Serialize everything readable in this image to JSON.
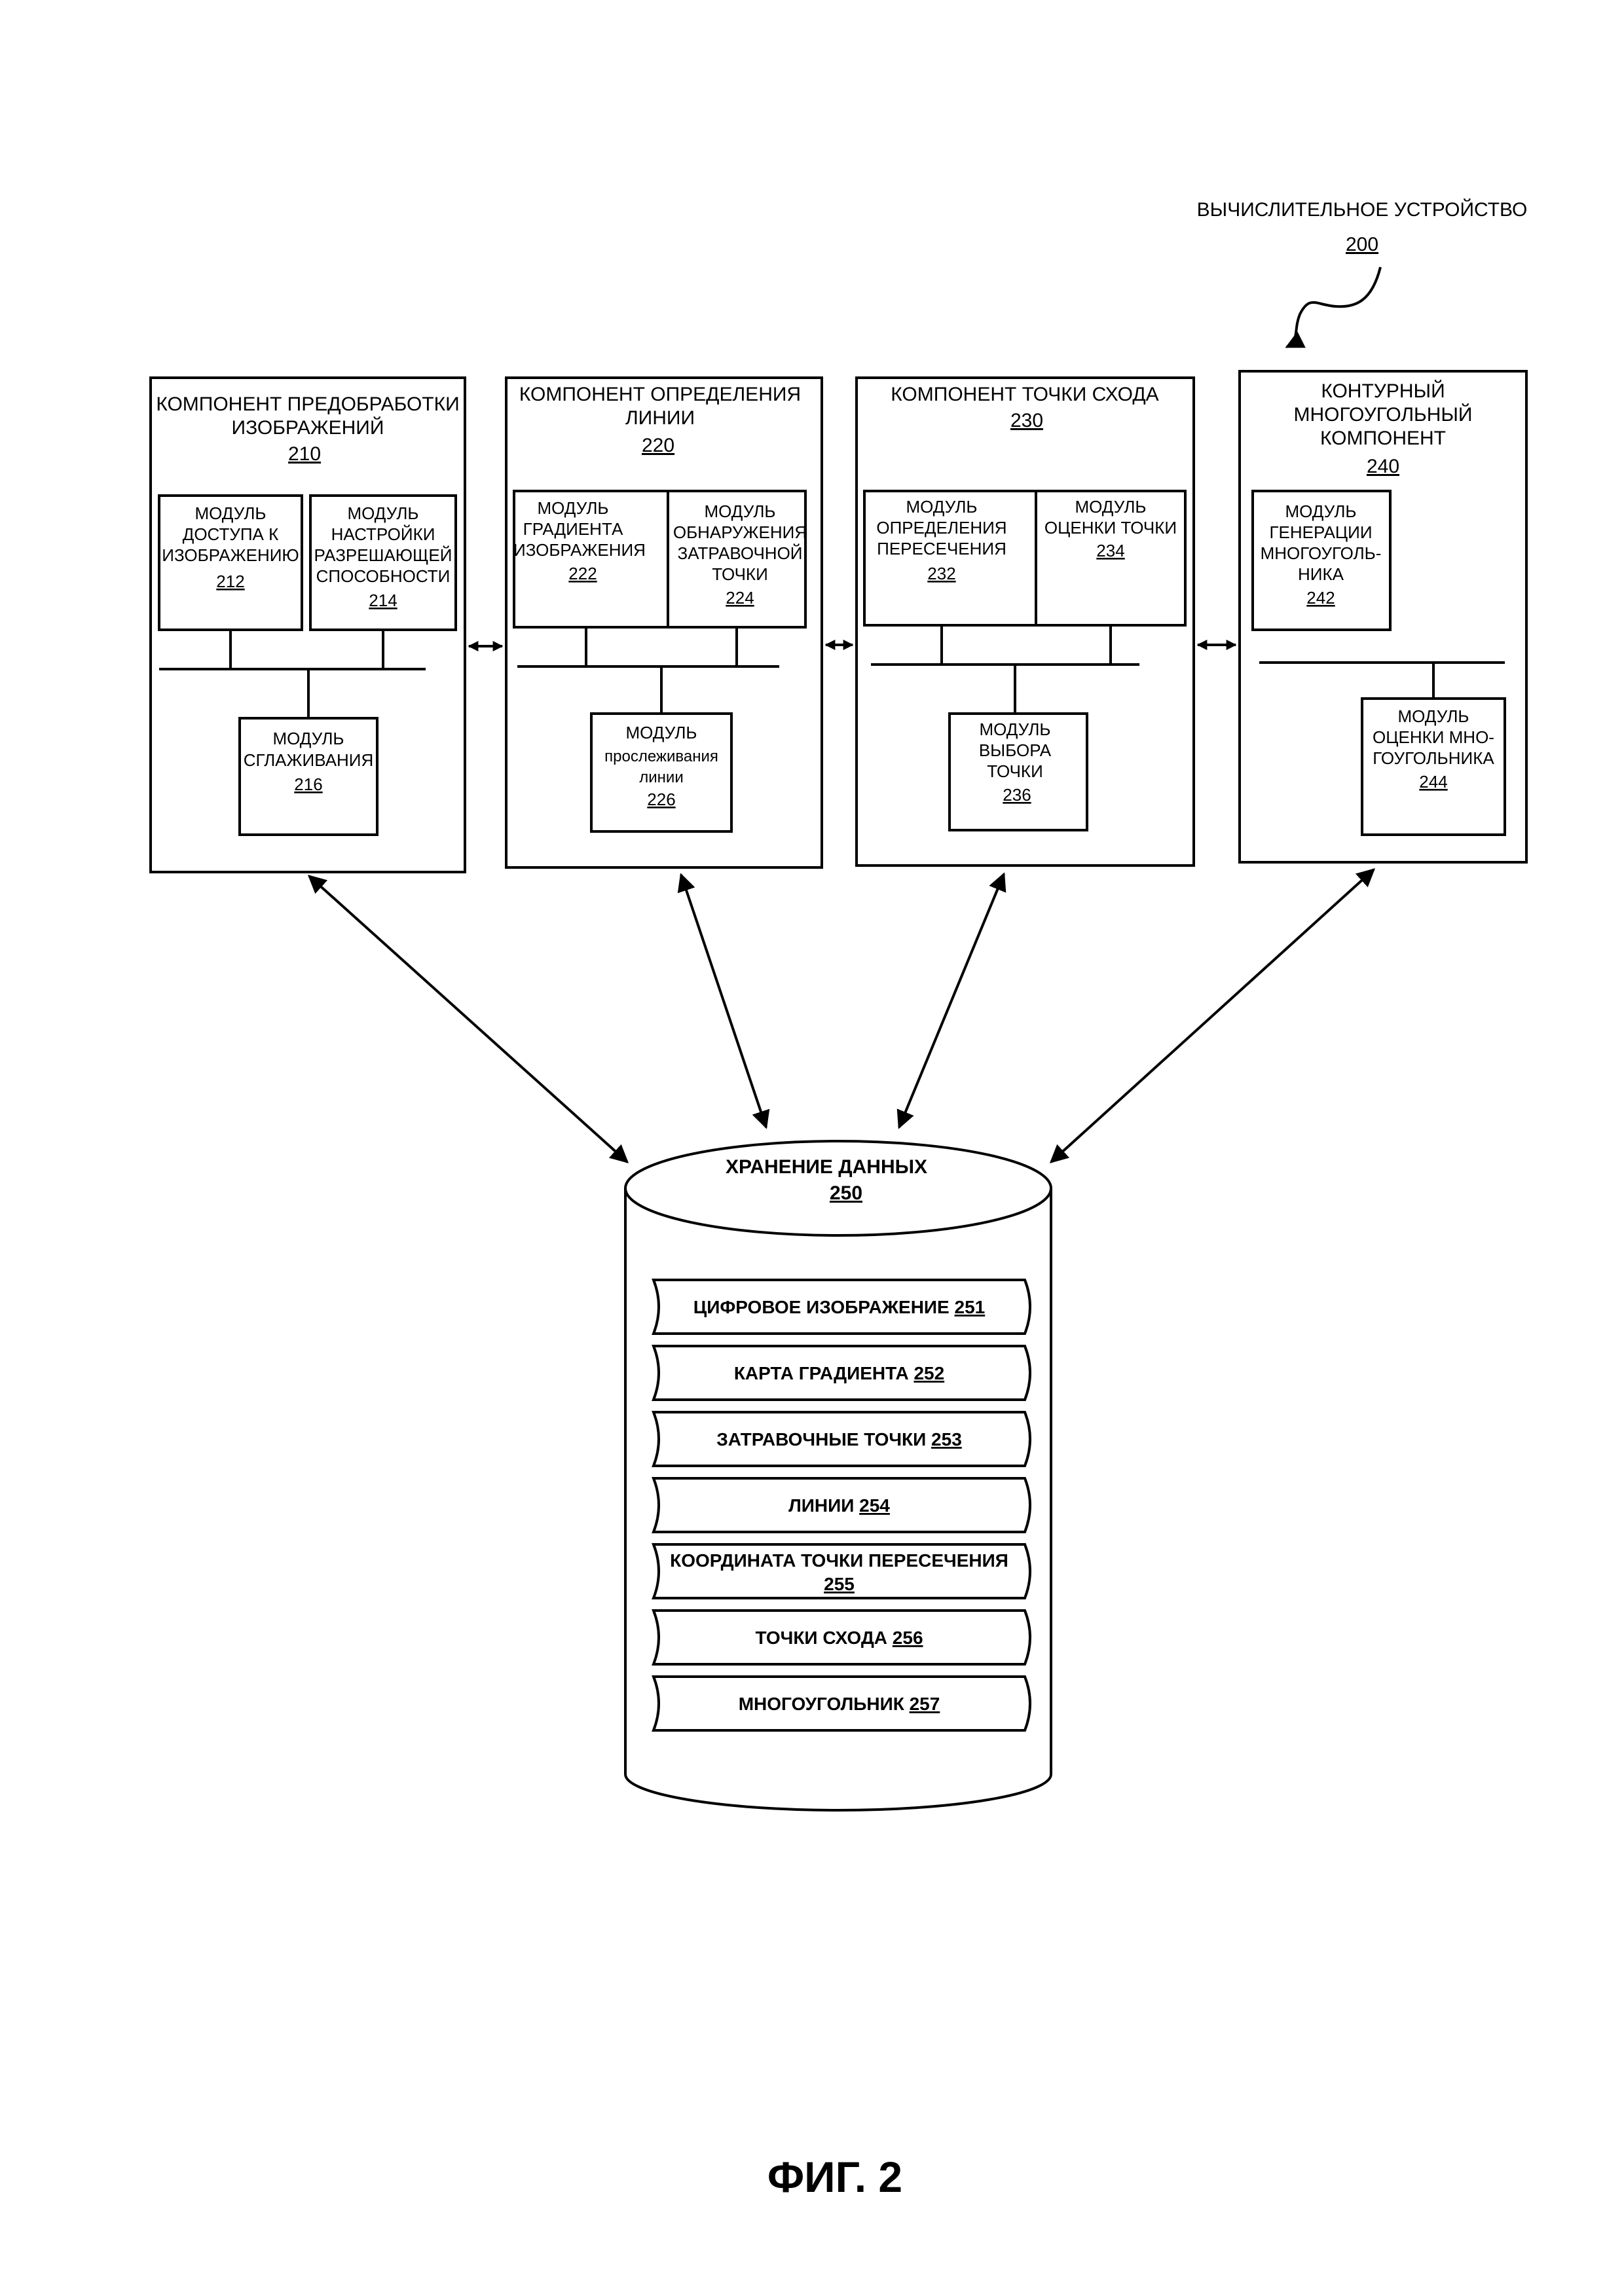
{
  "device": {
    "title": "ВЫЧИСЛИТЕЛЬНОЕ УСТРОЙСТВО",
    "ref": "200"
  },
  "components": [
    {
      "title_lines": [
        "КОМПОНЕНТ ПРЕДОБРАБОТКИ",
        "ИЗОБРАЖЕНИЙ"
      ],
      "ref": "210"
    },
    {
      "title_lines": [
        "КОМПОНЕНТ ОПРЕДЕЛЕНИЯ",
        "ЛИНИИ"
      ],
      "ref": "220"
    },
    {
      "title_lines": [
        "КОМПОНЕНТ ТОЧКИ СХОДА"
      ],
      "ref": "230"
    },
    {
      "title_lines": [
        "КОНТУРНЫЙ",
        "МНОГОУГОЛЬНЫЙ",
        "КОМПОНЕНТ"
      ],
      "ref": "240"
    }
  ],
  "modules": {
    "m212": {
      "lines": [
        "МОДУЛЬ",
        "ДОСТУПА К",
        "ИЗОБРАЖЕНИЮ"
      ],
      "ref": "212"
    },
    "m214": {
      "lines": [
        "МОДУЛЬ",
        "НАСТРОЙКИ",
        "РАЗРЕШАЮЩЕЙ",
        "СПОСОБНОСТИ"
      ],
      "ref": "214"
    },
    "m216": {
      "lines": [
        "МОДУЛЬ",
        "СГЛАЖИВАНИЯ"
      ],
      "ref": "216"
    },
    "m222": {
      "lines": [
        "МОДУЛЬ",
        "ГРАДИЕНТА",
        "ИЗОБРАЖЕНИЯ"
      ],
      "ref": "222"
    },
    "m224": {
      "lines": [
        "МОДУЛЬ",
        "ОБНАРУЖЕНИЯ",
        "ЗАТРАВОЧНОЙ",
        "ТОЧКИ"
      ],
      "ref": "224"
    },
    "m226": {
      "lines": [
        "МОДУЛЬ",
        "прослеживания",
        "линии"
      ],
      "ref": "226"
    },
    "m232": {
      "lines": [
        "МОДУЛЬ",
        "ОПРЕДЕЛЕНИЯ",
        "ПЕРЕСЕЧЕНИЯ"
      ],
      "ref": "232"
    },
    "m234": {
      "lines": [
        "МОДУЛЬ",
        "ОЦЕНКИ ТОЧКИ"
      ],
      "ref": "234"
    },
    "m236": {
      "lines": [
        "МОДУЛЬ",
        "ВЫБОРА",
        "ТОЧКИ"
      ],
      "ref": "236"
    },
    "m242": {
      "lines": [
        "МОДУЛЬ",
        "ГЕНЕРАЦИИ",
        "МНОГОУГОЛЬ-",
        "НИКА"
      ],
      "ref": "242"
    },
    "m244": {
      "lines": [
        "МОДУЛЬ",
        "ОЦЕНКИ МНО-",
        "ГОУГОЛЬНИКА"
      ],
      "ref": "244"
    }
  },
  "storage": {
    "title": "ХРАНЕНИЕ ДАННЫХ",
    "ref": "250",
    "items": [
      {
        "label": "ЦИФРОВОЕ ИЗОБРАЖЕНИЕ",
        "ref": "251"
      },
      {
        "label": "КАРТА ГРАДИЕНТА",
        "ref": "252"
      },
      {
        "label": "ЗАТРАВОЧНЫЕ ТОЧКИ",
        "ref": "253"
      },
      {
        "label": "ЛИНИИ",
        "ref": "254"
      },
      {
        "label": "КООРДИНАТА ТОЧКИ ПЕРЕСЕЧЕНИЯ",
        "ref": "255"
      },
      {
        "label": "ТОЧКИ СХОДА",
        "ref": "256"
      },
      {
        "label": "МНОГОУГОЛЬНИК",
        "ref": "257"
      }
    ]
  },
  "figure_label": "ФИГ. 2"
}
